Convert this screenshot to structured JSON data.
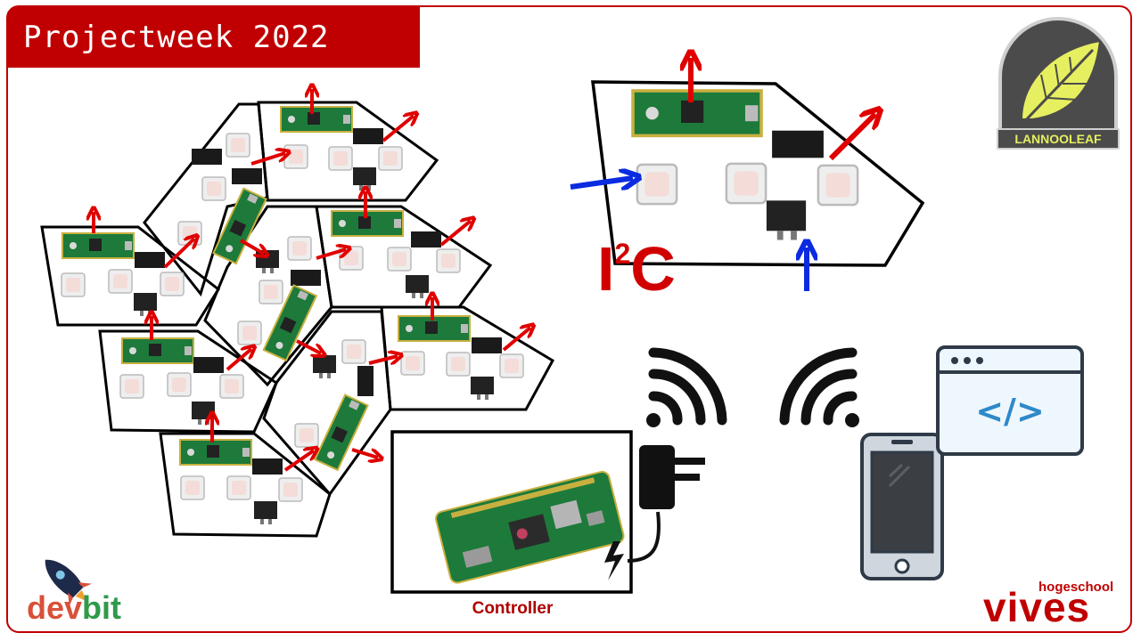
{
  "title": "Projectweek 2022",
  "protocol": {
    "letters": "I",
    "exponent": "2",
    "suffix": "C"
  },
  "controller_label": "Controller",
  "logos": {
    "lannooleaf": "LANNOOLEAF",
    "devbit_part1": "dev",
    "devbit_part2": "bit",
    "vives_small": "hogeschool",
    "vives_big": "vives"
  },
  "code_symbol": "</>",
  "colors": {
    "accent_red": "#c00000",
    "arrow_red": "#e00000",
    "arrow_blue": "#0a2be0",
    "pcb_green": "#1d7a3a",
    "code_blue": "#2e89c9"
  },
  "icons": [
    "wifi-icon",
    "charger-icon",
    "lightning-icon",
    "smartphone-icon",
    "code-window-icon",
    "rocket-icon",
    "leaf-icon"
  ]
}
